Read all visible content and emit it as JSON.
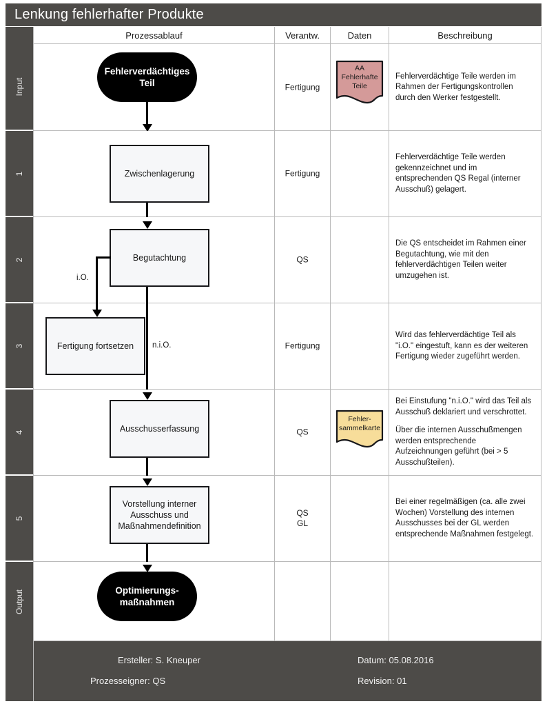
{
  "title": "Lenkung fehlerhafter Produkte",
  "columns": {
    "phase": "",
    "flow": "Prozessablauf",
    "responsible": "Verantw.",
    "data": "Daten",
    "description": "Beschreibung"
  },
  "rows": [
    {
      "phase": "Input",
      "shape": {
        "type": "terminator",
        "label": "Fehlerverdächtiges\nTeil"
      },
      "responsible": "Fertigung",
      "document": {
        "label": "AA\nFehlerhafte\nTeile",
        "color": "#d49a99"
      },
      "description": [
        "Fehlerverdächtige Teile werden im Rahmen der Fertigungskontrollen durch den Werker festgestellt."
      ]
    },
    {
      "phase": "1",
      "shape": {
        "type": "process",
        "label": "Zwischenlagerung"
      },
      "responsible": "Fertigung",
      "document": null,
      "description": [
        "Fehlerverdächtige Teile werden gekennzeichnet und im entsprechenden QS Regal (interner Ausschuß) gelagert."
      ]
    },
    {
      "phase": "2",
      "shape": {
        "type": "process",
        "label": "Begutachtung"
      },
      "responsible": "QS",
      "document": null,
      "description": [
        "Die QS entscheidet im Rahmen einer Begutachtung, wie mit den fehlerverdächtigen Teilen weiter umzugehen ist."
      ]
    },
    {
      "phase": "3",
      "shape": {
        "type": "process",
        "label": "Fertigung fortsetzen"
      },
      "responsible": "Fertigung",
      "document": null,
      "description": [
        "Wird das fehlerverdächtige Teil als \"i.O.\" eingestuft, kann es der weiteren Fertigung wieder zugeführt werden."
      ]
    },
    {
      "phase": "4",
      "shape": {
        "type": "process",
        "label": "Ausschusserfassung"
      },
      "responsible": "QS",
      "document": {
        "label": "Fehler-\nsammelkarte",
        "color": "#f7dd9a"
      },
      "description": [
        "Bei Einstufung \"n.i.O.\" wird das Teil als Ausschuß deklariert und verschrottet.",
        "Über die internen Ausschußmengen werden entsprechende Aufzeichnungen geführt (bei > 5 Ausschußteilen)."
      ]
    },
    {
      "phase": "5",
      "shape": {
        "type": "process",
        "label": "Vorstellung interner\nAusschuss und\nMaßnahmendefinition"
      },
      "responsible": "QS\nGL",
      "document": null,
      "description": [
        "Bei einer regelmäßigen (ca. alle zwei Wochen) Vorstellung des internen Ausschusses bei der GL werden entsprechende Maßnahmen festgelegt."
      ]
    },
    {
      "phase": "Output",
      "shape": {
        "type": "terminator",
        "label": "Optimierungs-\nmaßnahmen"
      },
      "responsible": "",
      "document": null,
      "description": [
        ""
      ]
    }
  ],
  "branch_labels": {
    "ok": "i.O.",
    "not_ok": "n.i.O."
  },
  "footer": {
    "creator_label": "Ersteller:",
    "creator_value": "S. Kneuper",
    "owner_label": "Prozesseigner:",
    "owner_value": "QS",
    "date_label": "Datum:",
    "date_value": "05.08.2016",
    "revision_label": "Revision:",
    "revision_value": "01"
  },
  "colors": {
    "header_bar": "#4d4b48",
    "grid_line": "#b9b9b9",
    "process_fill": "#f6f7f9",
    "terminator_fill": "#000000",
    "doc_pink": "#d49a99",
    "doc_yellow": "#f7dd9a"
  }
}
